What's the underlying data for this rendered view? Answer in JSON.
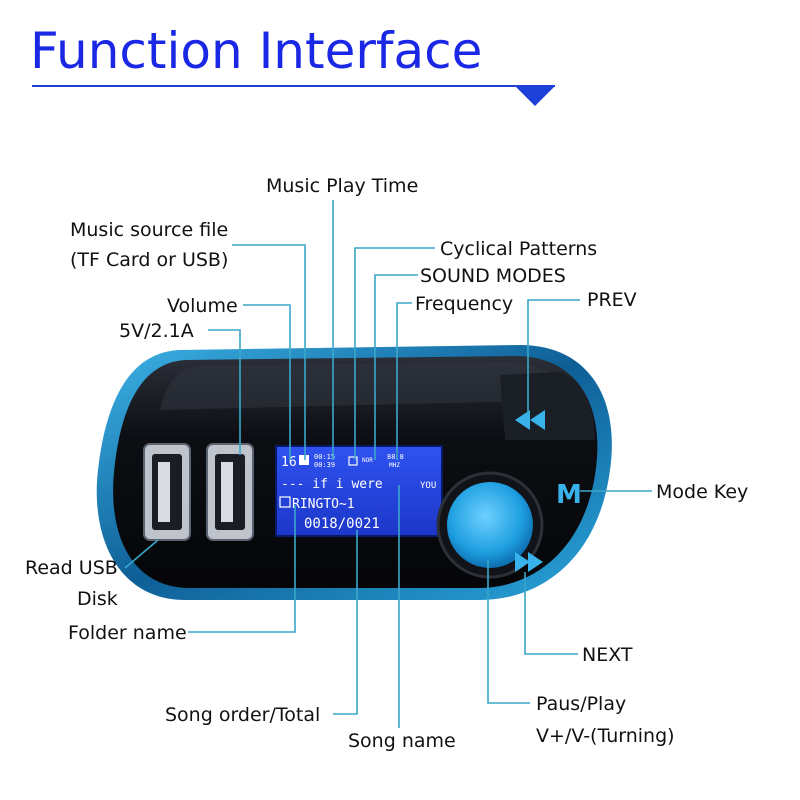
{
  "title": "Function Interface",
  "colors": {
    "title": "#1a28e6",
    "accent": "#1e3fd8",
    "leader": "#3aa7c9",
    "device_body": "#0d0f14",
    "device_rim": "#1a6fa3",
    "knob": "#1e9fe0",
    "lcd": "#1f3ed6"
  },
  "labels": {
    "music_play_time": "Music Play Time",
    "music_source_1": "Music source file",
    "music_source_2": "(TF Card or USB)",
    "cyclical_patterns": "Cyclical Patterns",
    "sound_modes": "SOUND MODES",
    "frequency": "Frequency",
    "prev": "PREV",
    "volume": "Volume",
    "power": "5V/2.1A",
    "mode_key": "Mode Key",
    "read_usb_1": "Read USB",
    "read_usb_2": "Disk",
    "folder_name": "Folder name",
    "next": "NEXT",
    "paus_play": "Paus/Play",
    "turning": "V+/V-(Turning)",
    "song_order": "Song order/Total",
    "song_name": "Song name"
  },
  "lcd": {
    "volume_num": "16",
    "time_top": "00:15",
    "time_bottom": "00:39",
    "sound_mode": "NOR",
    "freq_top": "88.8",
    "freq_bottom": "MHZ",
    "line1": "--- if i were",
    "line1_tail": "YOU",
    "line2": "RINGTO~1",
    "line3": "0018/0021"
  },
  "device_keys": {
    "prev_icon": "prev-icon",
    "mode_glyph": "M",
    "next_icon": "next-icon"
  }
}
